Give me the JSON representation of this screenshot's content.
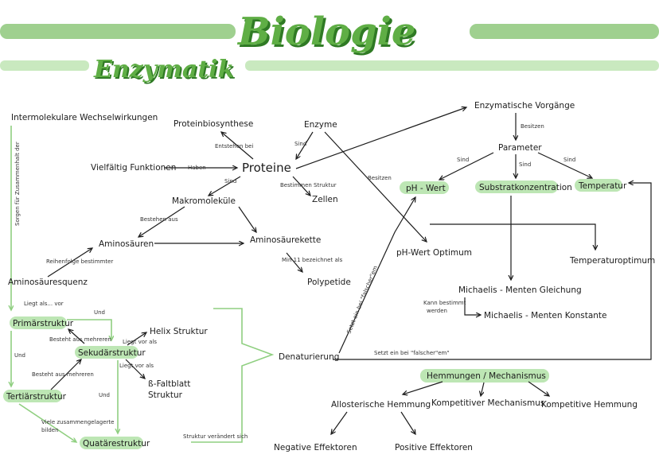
{
  "header": {
    "title": "Biologie",
    "subtitle": "Enzymatik"
  },
  "nodes": {
    "intermolekulare": "Intermolekulare Wechselwirkungen",
    "proteinbiosynthese": "Proteinbiosynthese",
    "enzyme": "Enzyme",
    "enzymatische_vorgaenge": "Enzymatische Vorgänge",
    "parameter": "Parameter",
    "vielfaeltig": "Vielfältig Funktionen",
    "proteine": "Proteine",
    "zellen": "Zellen",
    "ph_wert": "pH - Wert",
    "substratkonzentration": "Substratkonzentration",
    "temperatur": "Temperatur",
    "makromolekuele": "Makromoleküle",
    "aminosaeuren": "Aminosäuren",
    "aminosaeurekette": "Aminosäurekette",
    "ph_optimum": "pH-Wert Optimum",
    "temperaturoptimum": "Temperaturoptimum",
    "polypeptide": "Polypetide",
    "aminosaeuresquenz": "Aminosäuresquenz",
    "michaelis_gleichung": "Michaelis - Menten Gleichung",
    "michaelis_konstante": "Michaelis - Menten Konstante",
    "primaerstruktur": "Primärstruktur",
    "helix": "Helix Struktur",
    "sekundaerstruktur": "Sekudärstruktur",
    "faltblatt_1": "ß-Faltblatt",
    "faltblatt_2": "Struktur",
    "denaturierung": "Denaturierung",
    "tertiaerstruktur": "Tertiärstruktur",
    "hemmungen": "Hemmungen / Mechanismus",
    "allosterische": "Allosterische Hemmung",
    "kompetitiver": "Kompetitiver Mechanismus",
    "kompetitive": "Kompetitive Hemmung",
    "quartaerstruktur": "Quatärestruktur",
    "negative": "Negative Effektoren",
    "positive": "Positive Effektoren"
  },
  "edge_labels": {
    "besitzen_1": "Besitzen",
    "sind_enzyme": "Sind",
    "entstehen_bei": "Entstehen bei",
    "sind_left": "Sind",
    "sind_mid": "Sind",
    "sind_right": "Sind",
    "haben": "Haben",
    "sind_makro": "Sind",
    "bestimmen": "Bestimmen Struktur",
    "besitzen_2": "Besitzen",
    "bestehen_aus": "Bestehen aus",
    "sorgen_fuer": "Sorgen für Zusammenhalt der",
    "reihenfolge": "Reihenfolge bestimmter",
    "min_11": "Min 11 bezeichnet als",
    "liegt_als_vor": "Liegt als... vor",
    "kann_bestimmt_1": "Kann bestimmt",
    "kann_bestimmt_2": "werden",
    "und_1": "Und",
    "besteht_aus_mehreren_1": "Besteht aus mehreren",
    "liegt_vor_als_1": "Liegt vor als",
    "setzt_ein_bei_diag": "Setzt ein bei \"falscher\"em",
    "und_2": "Und",
    "liegt_vor_als_2": "Liegt vor als",
    "setzt_ein_bei_horiz": "Setzt ein bei \"falscher\"em\"",
    "besteht_aus_mehreren_2": "Besteht aus mehreren",
    "und_3": "Und",
    "viele_1": "Viele zusammengelagerte",
    "viele_2": "bilden",
    "struktur_veraendert": "Struktur verändert sich"
  },
  "colors": {
    "title_dark": "#2f7a24",
    "title_light": "#5fae45",
    "band": "#9fd08f",
    "band_light": "#c9e9bf",
    "highlight": "#bde6b4",
    "connector": "#8fcf80",
    "ink": "#1c1c1c"
  }
}
